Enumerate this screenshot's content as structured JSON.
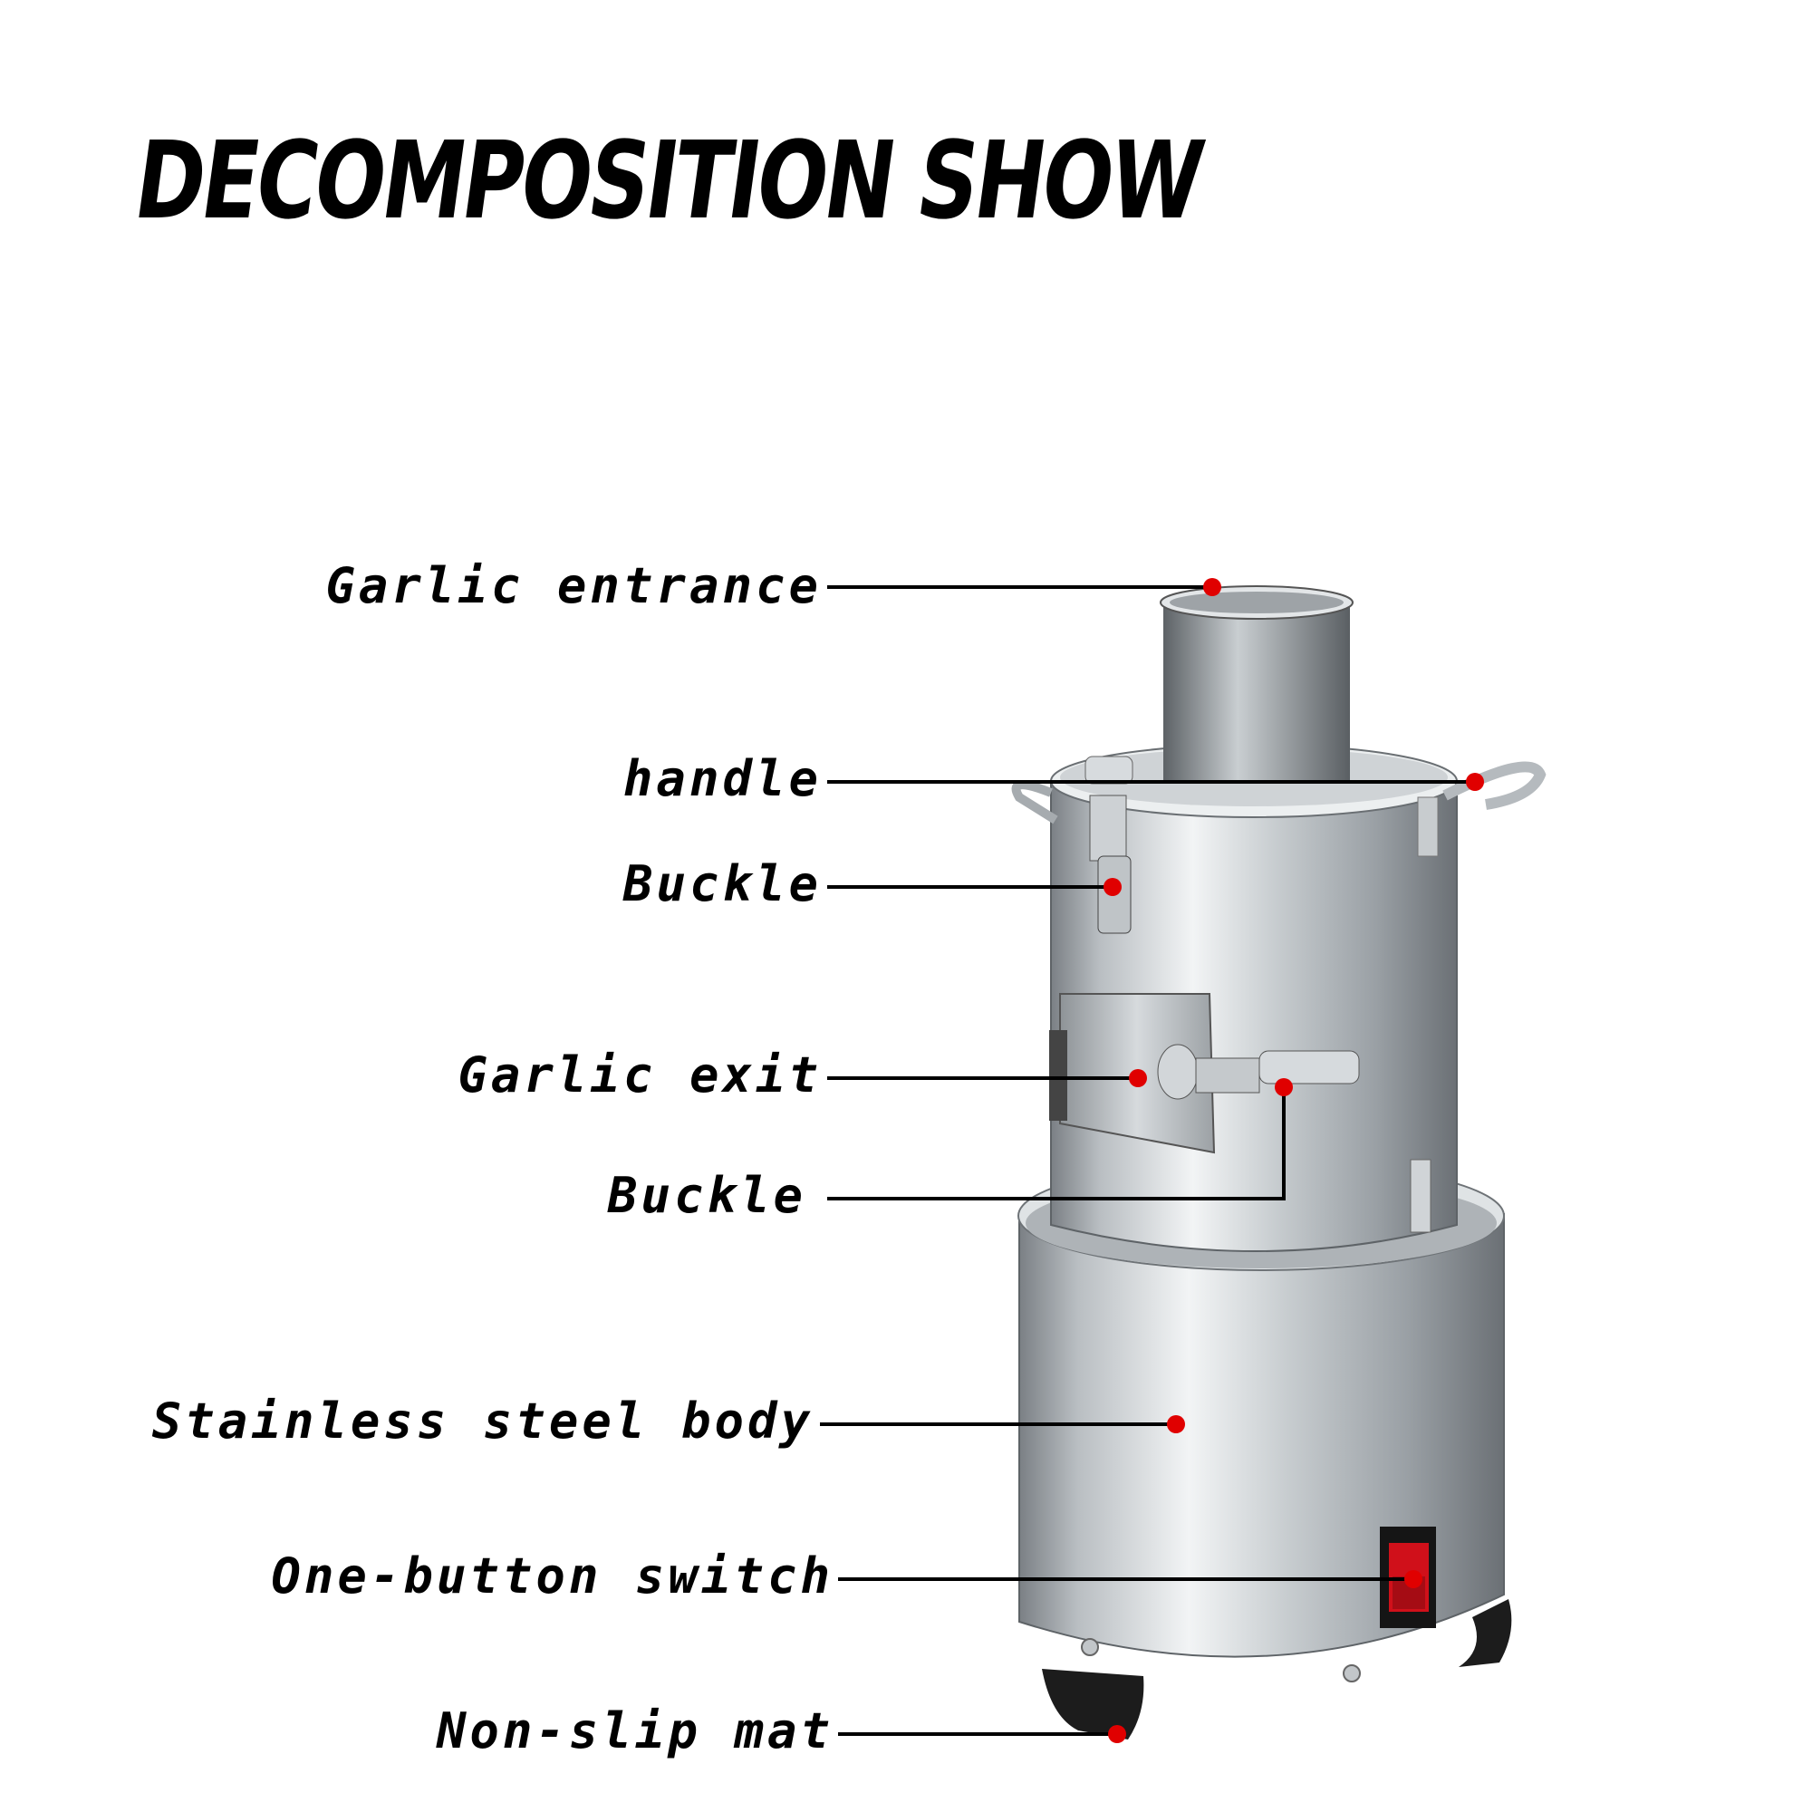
{
  "title": "DECOMPOSITION SHOW",
  "callouts": [
    {
      "id": "garlic-entrance",
      "label": "Garlic entrance"
    },
    {
      "id": "handle",
      "label": "handle"
    },
    {
      "id": "buckle-top",
      "label": "Buckle"
    },
    {
      "id": "garlic-exit",
      "label": "Garlic exit"
    },
    {
      "id": "buckle-mid",
      "label": "Buckle"
    },
    {
      "id": "stainless-steel-body",
      "label": "Stainless steel body"
    },
    {
      "id": "one-button-switch",
      "label": "One-button switch"
    },
    {
      "id": "non-slip-mat",
      "label": "Non-slip mat"
    }
  ],
  "colors": {
    "marker": "#e00000",
    "line": "#000000",
    "steel_light": "#e9ecee",
    "steel_dark": "#6f7478",
    "switch_red": "#d0101a"
  }
}
